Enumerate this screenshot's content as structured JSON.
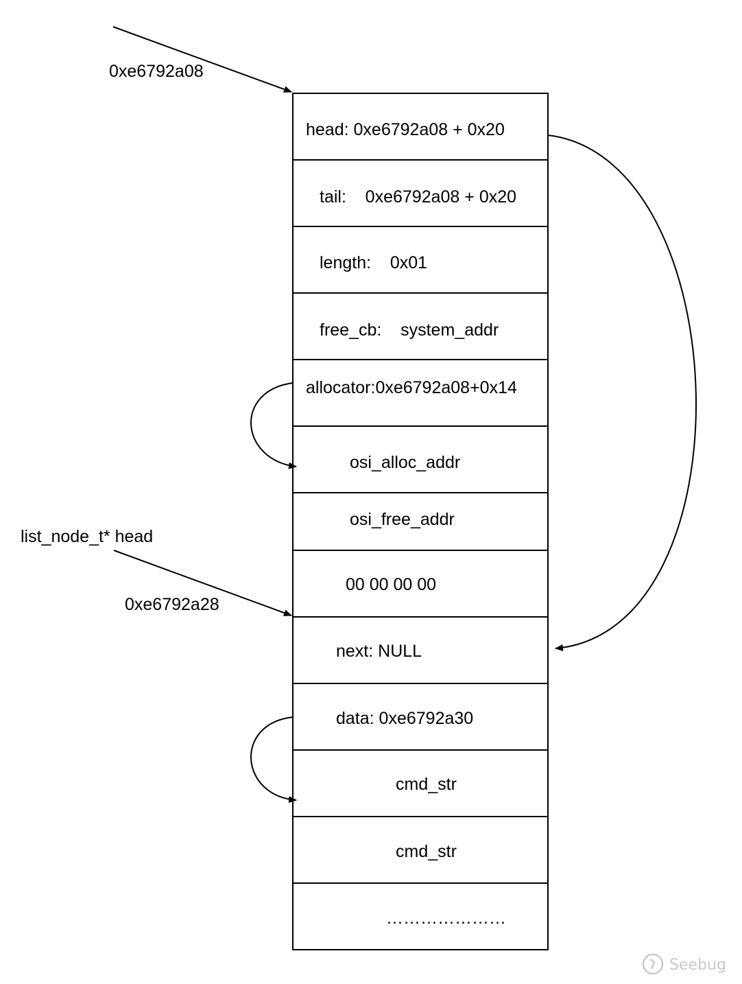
{
  "labels": {
    "top_address": "0xe6792a08",
    "list_head": "list_node_t* head",
    "node_address": "0xe6792a28"
  },
  "cells": [
    {
      "name": "cell-head",
      "text": "head: 0xe6792a08 + 0x20"
    },
    {
      "name": "cell-tail",
      "text": "tail:    0xe6792a08 + 0x20"
    },
    {
      "name": "cell-length",
      "text": "length:    0x01"
    },
    {
      "name": "cell-free-cb",
      "text": "free_cb:    system_addr"
    },
    {
      "name": "cell-allocator",
      "text": "allocator:0xe6792a08+0x14"
    },
    {
      "name": "cell-osi-alloc",
      "text": "osi_alloc_addr"
    },
    {
      "name": "cell-osi-free",
      "text": "osi_free_addr"
    },
    {
      "name": "cell-zeros",
      "text": "00 00 00 00"
    },
    {
      "name": "cell-next",
      "text": "next: NULL"
    },
    {
      "name": "cell-data",
      "text": "data: 0xe6792a30"
    },
    {
      "name": "cell-cmd-str-1",
      "text": "cmd_str"
    },
    {
      "name": "cell-cmd-str-2",
      "text": "cmd_str"
    },
    {
      "name": "cell-ellipsis",
      "text": "…………………"
    }
  ],
  "watermark": {
    "icon": "seebug-logo-icon",
    "text": "Seebug"
  },
  "colors": {
    "line": "#000000",
    "watermark": "#c8c8c8"
  }
}
